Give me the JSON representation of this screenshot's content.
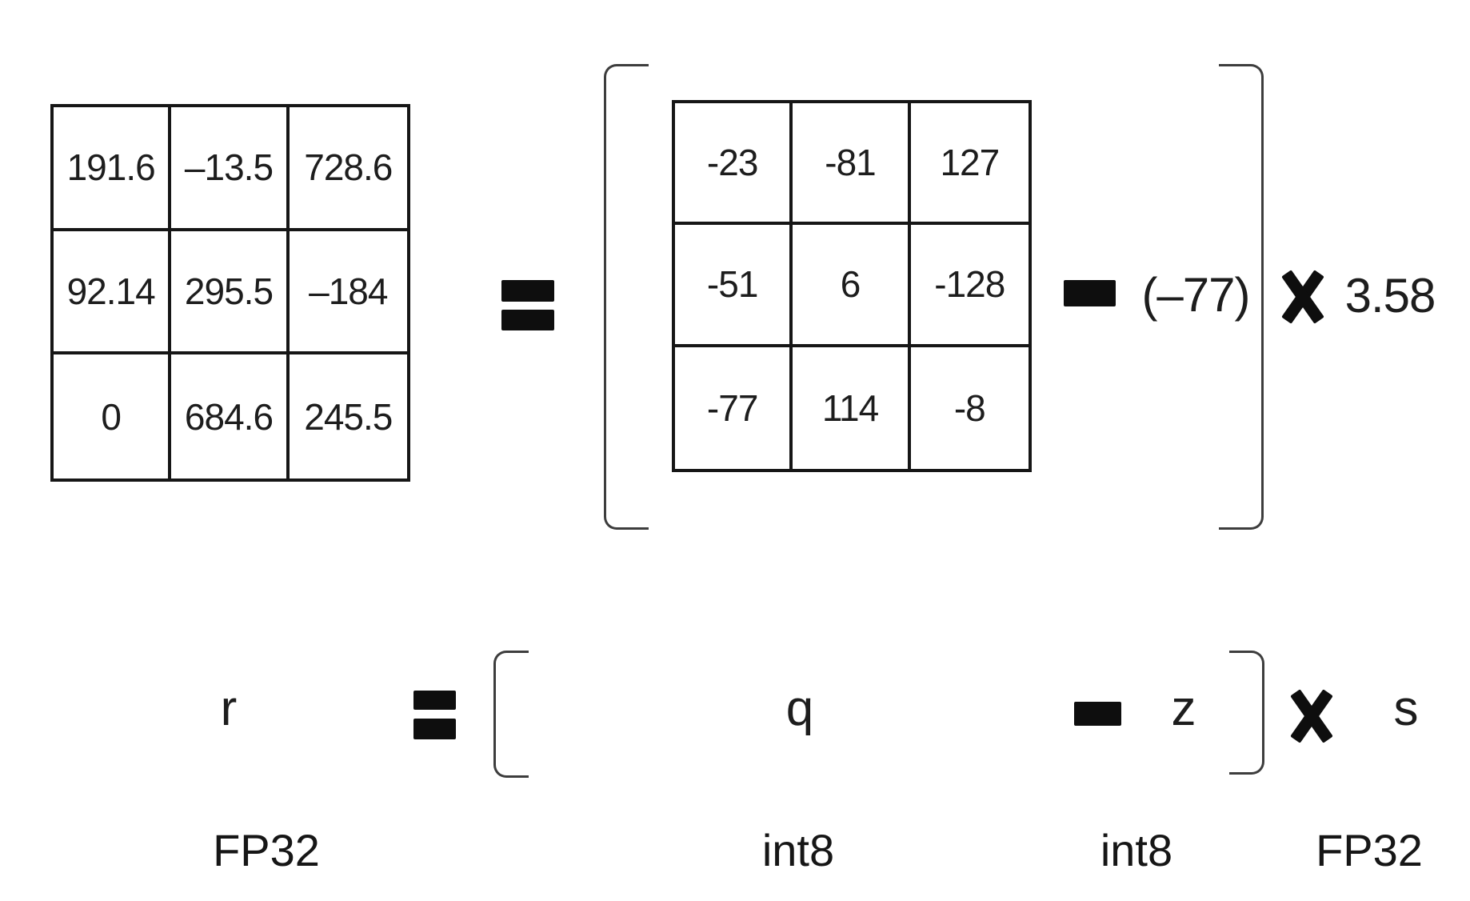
{
  "colors": {
    "background": "#ffffff",
    "ink": "#1d1d1d",
    "matrix_border": "#161616",
    "operator": "#0e0e0e",
    "bracket": "#3d3d3d"
  },
  "matrices": {
    "fp32": {
      "rows": [
        [
          "191.6",
          "–13.5",
          "728.6"
        ],
        [
          "92.14",
          "295.5",
          "–184"
        ],
        [
          "0",
          "684.6",
          "245.5"
        ]
      ]
    },
    "int8": {
      "rows": [
        [
          "-23",
          "-81",
          "127"
        ],
        [
          "-51",
          "6",
          "-128"
        ],
        [
          "-77",
          "114",
          "-8"
        ]
      ]
    },
    "zero_point": "(–77)",
    "scale": "3.58"
  },
  "operators": {
    "equals": "=",
    "minus": "−",
    "times": "✕"
  },
  "symbols": {
    "r": "r",
    "q": "q",
    "z": "z",
    "s": "s"
  },
  "type_labels": {
    "r": "FP32",
    "q": "int8",
    "z": "int8",
    "s": "FP32"
  }
}
